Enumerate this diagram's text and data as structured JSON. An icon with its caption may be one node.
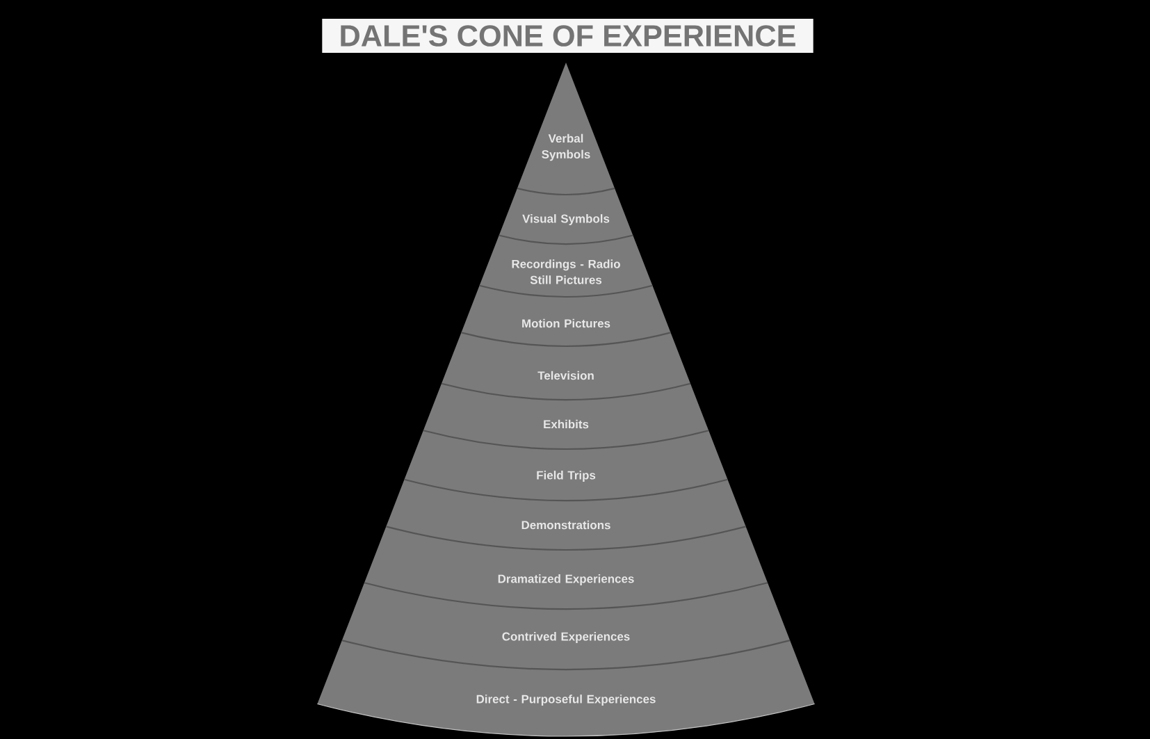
{
  "diagram": {
    "title": "DALE'S CONE OF EXPERIENCE",
    "nodes": [
      {
        "text": [
          "Verbal Symbols"
        ]
      },
      {
        "text": [
          "Visual Symbols"
        ]
      },
      {
        "text": [
          "Recordings - Radio Still Pictures"
        ]
      },
      {
        "text": [
          "Motion Pictures"
        ]
      },
      {
        "text": [
          "Television"
        ]
      },
      {
        "text": [
          "Exhibits"
        ]
      },
      {
        "text": [
          "Field Trips"
        ]
      },
      {
        "text": [
          "Demonstrations"
        ]
      },
      {
        "text": [
          "Dramatized Experiences"
        ]
      },
      {
        "text": [
          "Contrived Experiences"
        ]
      },
      {
        "text": [
          "Direct - Purposeful Experiences"
        ]
      }
    ]
  }
}
